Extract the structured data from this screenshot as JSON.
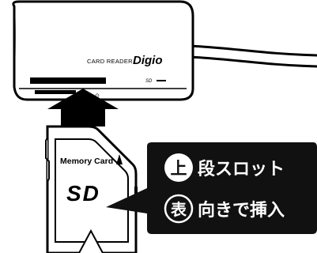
{
  "reader": {
    "model_text": "CARD READER",
    "brand_text": "Digio",
    "sd_mark": "SD"
  },
  "card": {
    "label": "Memory Card",
    "logo": "SD"
  },
  "callout": {
    "line1_badge": "上",
    "line1_text": "段スロット",
    "line2_badge": "表",
    "line2_text": "向きで挿入"
  },
  "colors": {
    "ink": "#000000",
    "paper": "#ffffff",
    "callout_bg": "#111111",
    "callout_text": "#ffffff"
  }
}
